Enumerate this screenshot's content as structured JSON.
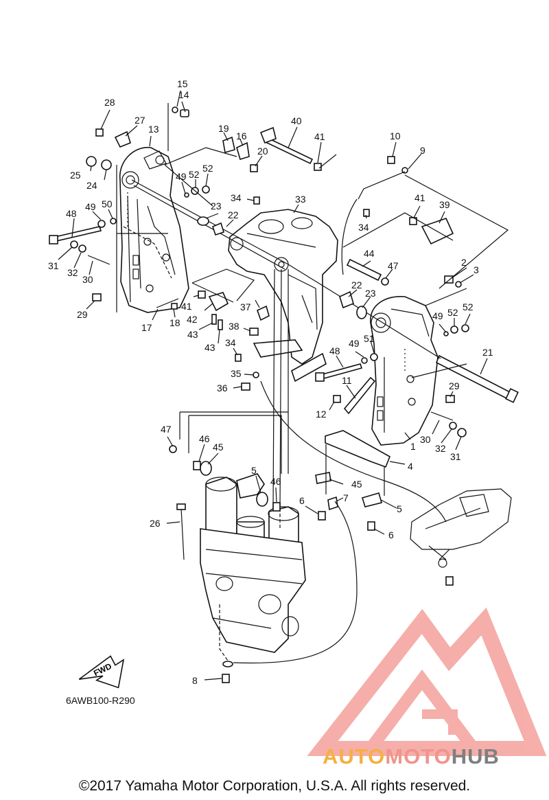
{
  "diagram": {
    "code": "6AWB100-R290",
    "copyright": "©2017 Yamaha Motor Corporation, U.S.A. All rights reserved.",
    "fwd_label": "FWD",
    "part_labels": [
      {
        "text": "15"
      },
      {
        "text": "14"
      },
      {
        "text": "28"
      },
      {
        "text": "27"
      },
      {
        "text": "13"
      },
      {
        "text": "19"
      },
      {
        "text": "16"
      },
      {
        "text": "20"
      },
      {
        "text": "40"
      },
      {
        "text": "41"
      },
      {
        "text": "10"
      },
      {
        "text": "9"
      },
      {
        "text": "25"
      },
      {
        "text": "24"
      },
      {
        "text": "49"
      },
      {
        "text": "52"
      },
      {
        "text": "52"
      },
      {
        "text": "34"
      },
      {
        "text": "33"
      },
      {
        "text": "23"
      },
      {
        "text": "22"
      },
      {
        "text": "41"
      },
      {
        "text": "39"
      },
      {
        "text": "34"
      },
      {
        "text": "48"
      },
      {
        "text": "49"
      },
      {
        "text": "50"
      },
      {
        "text": "31"
      },
      {
        "text": "32"
      },
      {
        "text": "30"
      },
      {
        "text": "44"
      },
      {
        "text": "47"
      },
      {
        "text": "2"
      },
      {
        "text": "3"
      },
      {
        "text": "22"
      },
      {
        "text": "23"
      },
      {
        "text": "29"
      },
      {
        "text": "41"
      },
      {
        "text": "42"
      },
      {
        "text": "37"
      },
      {
        "text": "17"
      },
      {
        "text": "18"
      },
      {
        "text": "43"
      },
      {
        "text": "38"
      },
      {
        "text": "43"
      },
      {
        "text": "49"
      },
      {
        "text": "52"
      },
      {
        "text": "52"
      },
      {
        "text": "51"
      },
      {
        "text": "49"
      },
      {
        "text": "34"
      },
      {
        "text": "48"
      },
      {
        "text": "21"
      },
      {
        "text": "35"
      },
      {
        "text": "11"
      },
      {
        "text": "36"
      },
      {
        "text": "29"
      },
      {
        "text": "12"
      },
      {
        "text": "30"
      },
      {
        "text": "1"
      },
      {
        "text": "32"
      },
      {
        "text": "31"
      },
      {
        "text": "47"
      },
      {
        "text": "46"
      },
      {
        "text": "45"
      },
      {
        "text": "4"
      },
      {
        "text": "5"
      },
      {
        "text": "45"
      },
      {
        "text": "46"
      },
      {
        "text": "6"
      },
      {
        "text": "7"
      },
      {
        "text": "5"
      },
      {
        "text": "26"
      },
      {
        "text": "6"
      },
      {
        "text": "8"
      }
    ]
  },
  "watermark": {
    "text_auto": "AUTO",
    "text_moto": "MOTO",
    "text_hub": "HUB",
    "color_auto": "#f5b041",
    "color_moto": "#f1948a",
    "color_hub": "#7f7f7f",
    "logo_color": "#f4a19b"
  }
}
